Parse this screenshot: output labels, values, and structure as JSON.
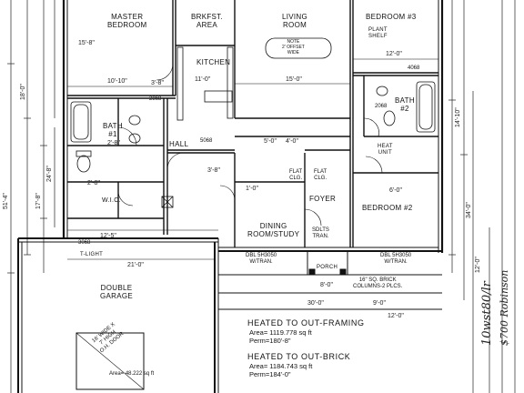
{
  "rooms": {
    "master_bedroom": "MASTER\nBEDROOM",
    "breakfast_area": "BRKFST.\nAREA",
    "living_room": "LIVING\nROOM",
    "bedroom_3": "BEDROOM #3",
    "kitchen": "KITCHEN",
    "bath_1": "BATH\n#1",
    "bath_2": "BATH\n#2",
    "hall": "HALL",
    "foyer": "FOYER",
    "bedroom_2": "BEDROOM #2",
    "dining_study": "DINING\nROOM/STUDY",
    "heat_unit": "HEAT\nUNIT",
    "double_garage": "DOUBLE\nGARAGE",
    "porch": "PORCH",
    "wic": "W.I.C.",
    "light": "T-LIGHT",
    "plant_shelf": "PLANT\nSHELF"
  },
  "notes": {
    "fireplace_note": "NOTE\n2' OFFSET\nWIDE",
    "brick_columns": "16\" SQ. BRICK\nCOLUMNS-2 PLCS.",
    "window_left": "DBL 5H3050\nW/TRAN.",
    "window_right": "DBL 5H3050\nW/TRAN.",
    "sidelites": "SDLTS\nTRAN.",
    "flat_clg_1": "FLAT\nCLG.",
    "flat_clg_2": "FLAT\nCLG.",
    "door_3068": "3068",
    "door_2868": "2868",
    "door_2068": "2068",
    "door_4068": "4068",
    "door_5068": "5068",
    "garage_door": "16' WIDE X\n7' HIGH\nO.H. DOOR",
    "garage_area": "Area= 48.222 sq ft"
  },
  "dimensions": {
    "master_w": "15'-8\"",
    "master_d": "10'-10\"",
    "kitchen_w": "11'-0\"",
    "living_w": "15'-0\"",
    "bed3_w": "12'-0\"",
    "hall_w": "3'-8\"",
    "bath1_w": "2'-8\"",
    "front_1": "12'-5\"",
    "front_2": "21'-0\"",
    "front_3": "30'-0\"",
    "front_4": "12'-0\"",
    "porch_w": "8'-0\"",
    "porch_d": "9'-0\"",
    "side_total": "51'-4\"",
    "side_1": "18'-0\"",
    "side_2": "17'-8\"",
    "side_3": "24'-8\"",
    "right_1": "14'-10\"",
    "right_2": "34'-0\"",
    "right_3": "12'-0\"",
    "small_1": "5'-0\"",
    "small_2": "4'-0\"",
    "small_3": "6'-0\"",
    "small_4": "2'-8\"",
    "small_5": "1'-0\"",
    "small_6": "3'-8\""
  },
  "area_summary": {
    "heated_framing_title": "HEATED TO OUT-FRAMING",
    "heated_framing_area": "Area= 1119.778 sq ft",
    "heated_framing_perim": "Perm=180'-8\"",
    "heated_brick_title": "HEATED TO OUT-BRICK",
    "heated_brick_area": "Area= 1184.743 sq ft",
    "heated_brick_perim": "Perm=184'-0\""
  },
  "handwritten": {
    "sidebar_1": "10wst80/lr",
    "sidebar_2": "$700 Robinson"
  }
}
